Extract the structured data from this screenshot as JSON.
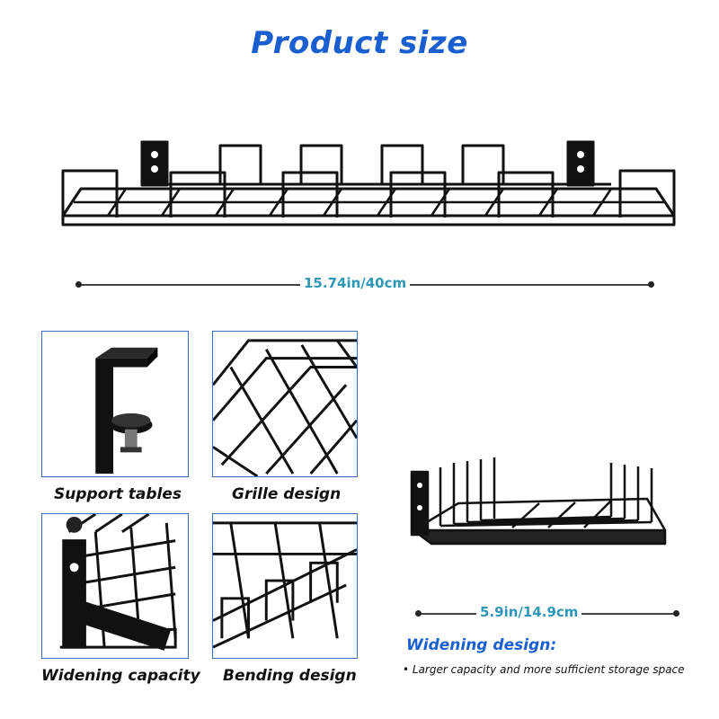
{
  "header": {
    "title": "Product size"
  },
  "dimensions": {
    "length_label": "15.74in/40cm",
    "width_label": "5.9in/14.9cm"
  },
  "features": [
    {
      "caption": "Support tables"
    },
    {
      "caption": "Grille design"
    },
    {
      "caption": "Widening capacity"
    },
    {
      "caption": "Bending design"
    }
  ],
  "widening": {
    "title": "Widening design:",
    "bullet": "• Larger capacity and more sufficient storage space"
  },
  "colors": {
    "title_blue": "#1a5fd0",
    "dimension_teal": "#2f97b8",
    "frame_blue": "#3a6fb8",
    "wire": "#111111"
  }
}
